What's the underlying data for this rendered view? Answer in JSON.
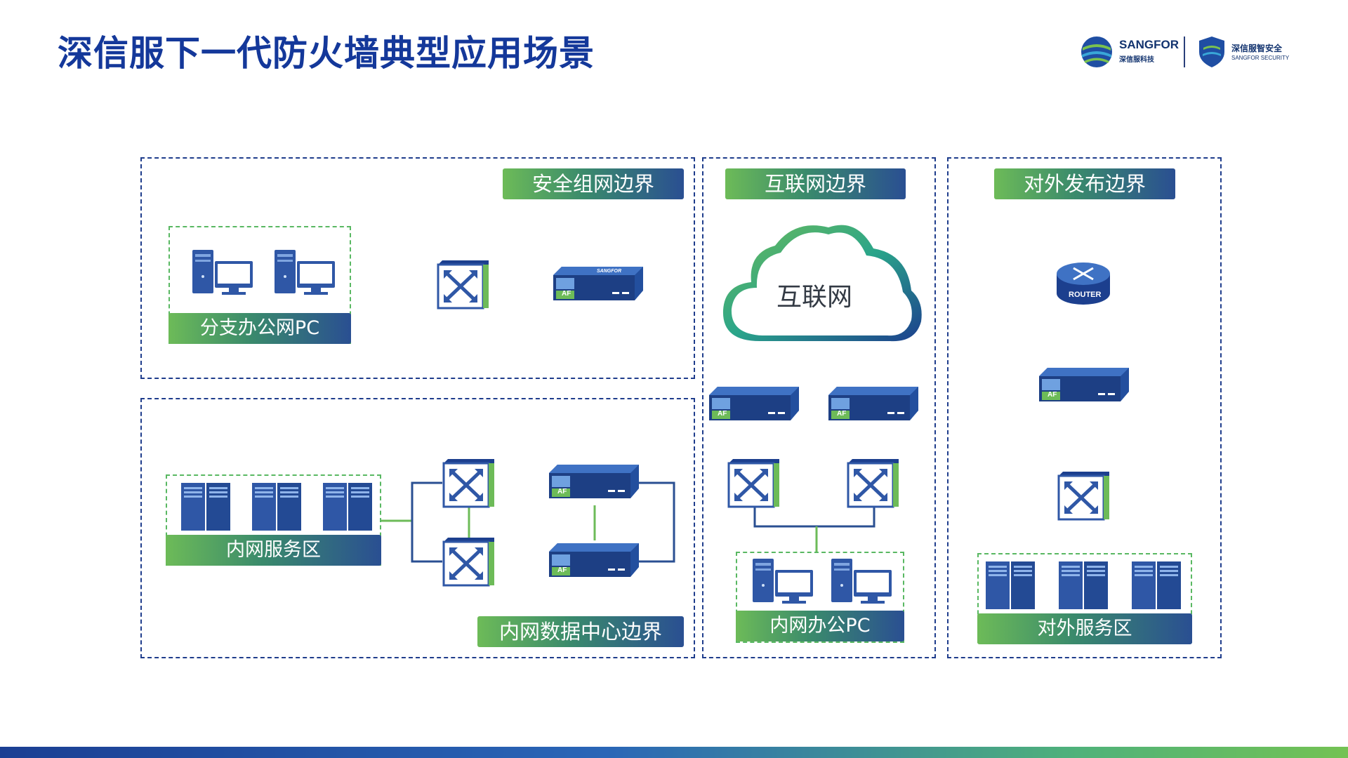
{
  "page": {
    "title": "深信服下一代防火墙典型应用场景"
  },
  "logos": {
    "sangfor_name": "SANGFOR",
    "sangfor_sub": "深信服科技",
    "security_name": "深信服智安全",
    "security_sub": "SANGFOR SECURITY"
  },
  "zones": {
    "secure_networking": "安全组网边界",
    "internet": "互联网边界",
    "publish": "对外发布边界",
    "datacenter": "内网数据中心边界"
  },
  "groups": {
    "branch_pc": "分支办公网PC",
    "internal_server": "内网服务区",
    "internal_pc": "内网办公PC",
    "external_server": "对外服务区"
  },
  "devices": {
    "cloud": "互联网",
    "firewall_badge": "AF",
    "firewall_brand": "SANGFOR",
    "router": "ROUTER"
  },
  "colors": {
    "title": "#14389a",
    "zone_border": "#1f3d8c",
    "group_border": "#59b862",
    "link_blue": "#2a4f92",
    "link_green": "#6dbb58"
  }
}
